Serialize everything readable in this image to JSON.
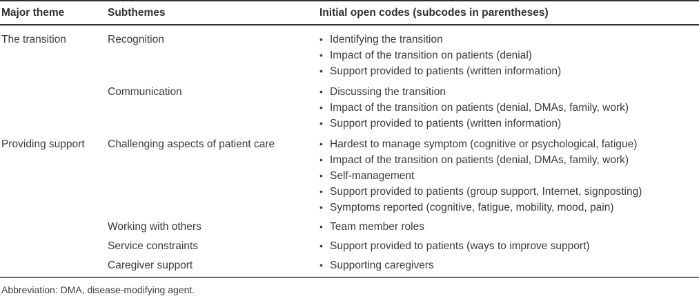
{
  "glyphs": {
    "bullet": "•"
  },
  "colors": {
    "text": "#3a3a3a",
    "rule_dark": "#2f2f2f",
    "rule_light": "#6a6a6a",
    "background": "#ffffff"
  },
  "table": {
    "columns": [
      {
        "label": "Major theme"
      },
      {
        "label": "Subthemes"
      },
      {
        "label": "Initial open codes (subcodes in parentheses)"
      }
    ],
    "rows": [
      {
        "theme": "The transition",
        "subtheme": "Recognition",
        "codes": [
          "Identifying the transition",
          "Impact of the transition on patients (denial)",
          "Support provided to patients (written information)"
        ]
      },
      {
        "theme": "",
        "subtheme": "Communication",
        "codes": [
          "Discussing the transition",
          "Impact of the transition on patients (denial, DMAs, family, work)",
          "Support provided to patients (written information)"
        ]
      },
      {
        "theme": "Providing support",
        "subtheme": "Challenging aspects of patient care",
        "codes": [
          "Hardest to manage symptom (cognitive or psychological, fatigue)",
          "Impact of the transition on patients (denial, DMAs, family, work)",
          "Self-management",
          "Support provided to patients (group support, Internet, signposting)",
          "Symptoms reported (cognitive, fatigue, mobility, mood, pain)"
        ]
      },
      {
        "theme": "",
        "subtheme": "Working with others",
        "codes": [
          "Team member roles"
        ]
      },
      {
        "theme": "",
        "subtheme": "Service constraints",
        "codes": [
          "Support provided to patients (ways to improve support)"
        ]
      },
      {
        "theme": "",
        "subtheme": "Caregiver support",
        "codes": [
          "Supporting caregivers"
        ]
      }
    ],
    "footnote": "Abbreviation: DMA, disease-modifying agent."
  }
}
